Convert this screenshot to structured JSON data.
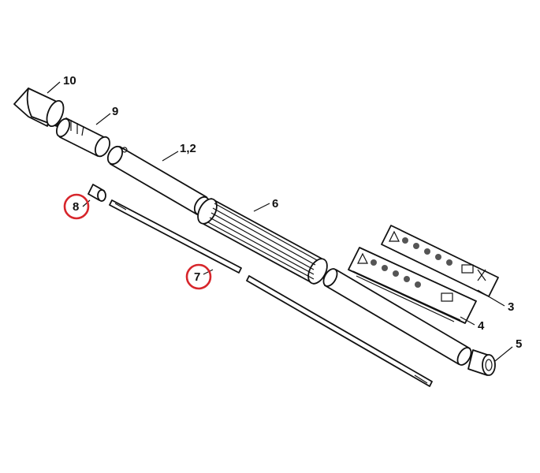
{
  "labels": {
    "part_10": "10",
    "part_9": "9",
    "part_1_2": "1,2",
    "part_6": "6",
    "part_8": "8",
    "part_7": "7",
    "part_3": "3",
    "part_4": "4",
    "part_5": "5"
  },
  "highlighted_parts": [
    "8",
    "7"
  ],
  "colors": {
    "line": "#111111",
    "highlight": "#d7262c",
    "background": "#ffffff"
  }
}
